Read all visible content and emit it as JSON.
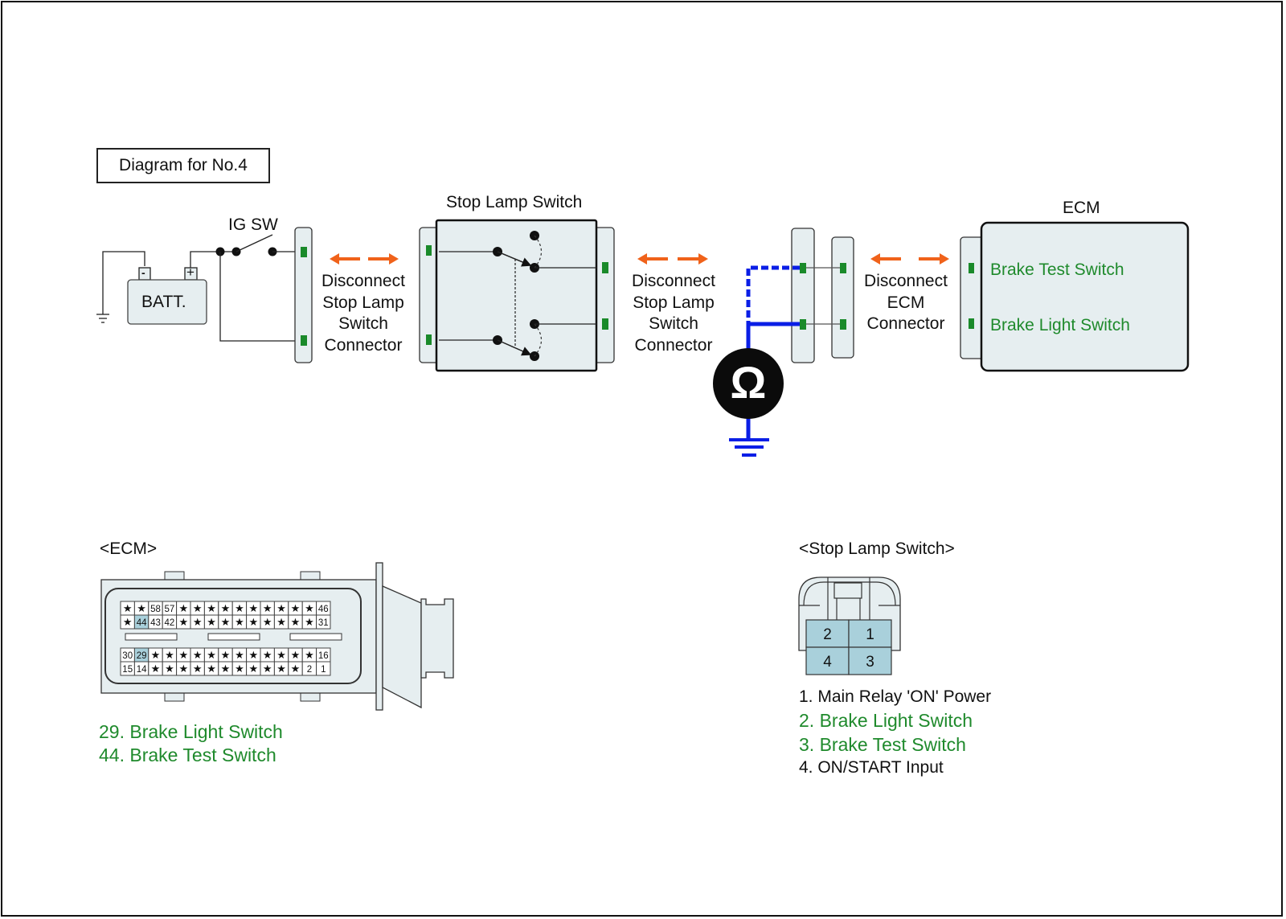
{
  "diagram_title": "Diagram for No.4",
  "labels": {
    "ig_sw": "IG SW",
    "battery": "BATT.",
    "battery_neg": "-",
    "battery_pos": "+",
    "stop_lamp_switch": "Stop Lamp Switch",
    "ecm": "ECM",
    "disconnect_1": [
      "Disconnect",
      "Stop Lamp",
      "Switch",
      "Connector"
    ],
    "disconnect_2": [
      "Disconnect",
      "Stop Lamp",
      "Switch",
      "Connector"
    ],
    "disconnect_3": [
      "Disconnect",
      "ECM",
      "Connector"
    ],
    "ohm_symbol": "Ω"
  },
  "ecm_box": {
    "terminals": [
      "Brake Test Switch",
      "Brake Light Switch"
    ]
  },
  "ecm_connector": {
    "heading": "<ECM>",
    "rows": [
      [
        "★",
        "★",
        "58",
        "57",
        "★",
        "★",
        "★",
        "★",
        "★",
        "★",
        "★",
        "★",
        "★",
        "★",
        "46"
      ],
      [
        "★",
        "44",
        "43",
        "42",
        "★",
        "★",
        "★",
        "★",
        "★",
        "★",
        "★",
        "★",
        "★",
        "★",
        "31"
      ],
      [
        "30",
        "29",
        "★",
        "★",
        "★",
        "★",
        "★",
        "★",
        "★",
        "★",
        "★",
        "★",
        "★",
        "★",
        "16"
      ],
      [
        "15",
        "14",
        "★",
        "★",
        "★",
        "★",
        "★",
        "★",
        "★",
        "★",
        "★",
        "★",
        "★",
        "2",
        "1"
      ]
    ],
    "highlighted": [
      "44",
      "29"
    ],
    "legend": [
      "29. Brake Light Switch",
      "44. Brake Test Switch"
    ]
  },
  "stop_lamp_connector": {
    "heading": "<Stop Lamp Switch>",
    "pins": [
      [
        "2",
        "1"
      ],
      [
        "4",
        "3"
      ]
    ],
    "legend": [
      {
        "text": "1. Main Relay 'ON' Power",
        "highlight": false
      },
      {
        "text": "2. Brake Light Switch",
        "highlight": true
      },
      {
        "text": "3. Brake Test Switch",
        "highlight": true
      },
      {
        "text": "4. ON/START Input",
        "highlight": false
      }
    ]
  },
  "colors": {
    "highlight_text": "#1f8a2c",
    "terminal_green": "#1a8a2a",
    "arrow_orange": "#f0621a",
    "probe_blue": "#0a1ee6",
    "panel_fill": "#e6eef0",
    "pin_highlight": "#a9d0db"
  }
}
